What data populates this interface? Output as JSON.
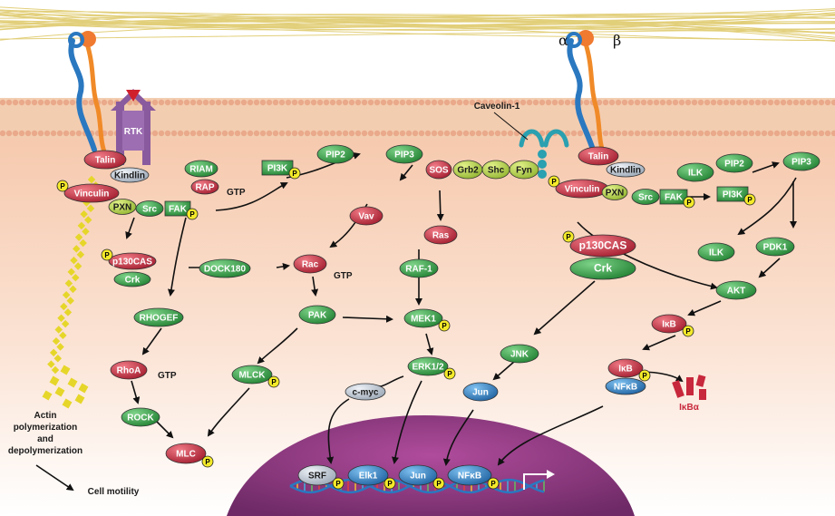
{
  "nodes": {
    "talin_l": "Talin",
    "kindlin_l": "Kindlin",
    "vinculin_l": "Vinculin",
    "pxn_l": "PXN",
    "src_l": "Src",
    "fak_l": "FAK",
    "riam": "RIAM",
    "rap": "RAP",
    "rap_gtp": "GTP",
    "rtk": "RTK",
    "pi3k_l": "PI3K",
    "pip2_l": "PIP2",
    "pip3_l": "PIP3",
    "vav": "Vav",
    "p130cas_l": "p130CAS",
    "crk_l": "Crk",
    "dock180": "DOCK180",
    "rac": "Rac",
    "rac_gtp": "GTP",
    "rhogef": "RHOGEF",
    "rhoa": "RhoA",
    "rhoa_gtp": "GTP",
    "rock": "ROCK",
    "pak": "PAK",
    "mlck": "MLCK",
    "mlc": "MLC",
    "sos": "SOS",
    "grb2": "Grb2",
    "shc": "Shc",
    "fyn": "Fyn",
    "ras": "Ras",
    "raf1": "RAF-1",
    "mek1": "MEK1",
    "erk": "ERK1/2",
    "cmyc": "c-myc",
    "talin_r": "Talin",
    "kindlin_r": "Kindlin",
    "vinculin_r": "Vinculin",
    "pxn_r": "PXN",
    "src_r": "Src",
    "fak_r": "FAK",
    "pi3k_r": "PI3K",
    "ilk_top": "ILK",
    "pip2_r": "PIP2",
    "pip3_r": "PIP3",
    "ilk2": "ILK",
    "pdk1": "PDK1",
    "akt": "AKT",
    "p130cas_r": "p130CAS",
    "crk_r": "Crk",
    "jnk": "JNK",
    "jun": "Jun",
    "ikb": "IκB",
    "ikb2": "IκB",
    "nfkb": "NFκB",
    "ikba": "IκBα",
    "srf": "SRF",
    "elk1": "Elk1",
    "jun_n": "Jun",
    "nfkb_n": "NFκB"
  },
  "labels": {
    "caveolin": "Caveolin-1",
    "alpha": "α",
    "beta": "β",
    "actin_1": "Actin",
    "actin_2": "polymerization",
    "actin_3": "and",
    "actin_4": "depolymerization",
    "cell_motility": "Cell motility",
    "phospho": "P"
  },
  "colors": {
    "green": "#2e9a3e",
    "red": "#c8283c",
    "light_green": "#a9cd43",
    "blue": "#2a78c0",
    "grey": "#b9c3cf",
    "purple": "#7a2f72",
    "membrane": "#f2d2b8",
    "phospho_yellow": "#f4ea2a"
  }
}
